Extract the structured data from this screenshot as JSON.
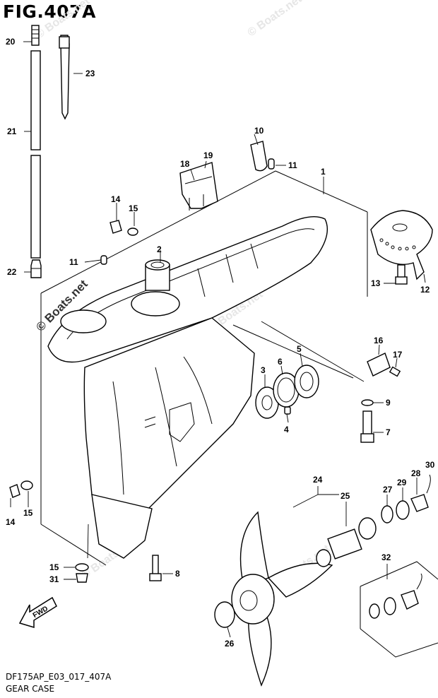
{
  "figure": {
    "title": "FIG.407A",
    "code": "DF175AP_E03_017_407A",
    "caption": "GEAR CASE"
  },
  "watermark": {
    "main": "© Boats.net",
    "faint": "© Boats.net"
  },
  "labels": {
    "p1": "1",
    "p2": "2",
    "p3": "3",
    "p4": "4",
    "p5": "5",
    "p6": "6",
    "p7": "7",
    "p8": "8",
    "p9": "9",
    "p10": "10",
    "p11a": "11",
    "p11b": "11",
    "p12": "12",
    "p13": "13",
    "p14a": "14",
    "p14b": "14",
    "p15a": "15",
    "p15b": "15",
    "p15c": "15",
    "p16": "16",
    "p17": "17",
    "p18": "18",
    "p19": "19",
    "p20": "20",
    "p21": "21",
    "p22": "22",
    "p23": "23",
    "p24": "24",
    "p25": "25",
    "p26": "26",
    "p27": "27",
    "p28": "28",
    "p29": "29",
    "p30": "30",
    "p31": "31",
    "p32": "32"
  },
  "fwd": {
    "text": "FWD"
  }
}
